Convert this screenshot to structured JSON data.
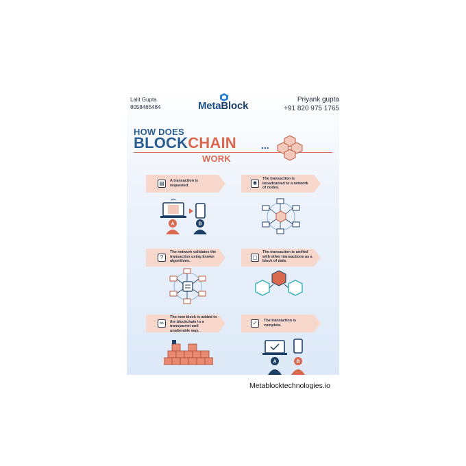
{
  "left_contact": {
    "name": "Lalit Gupta",
    "phone": "8058465484"
  },
  "right_contact": {
    "name": "Priyank gupta",
    "phone": "+91 820 975 1765"
  },
  "brand": {
    "part1": "Meta",
    "part2": "Block"
  },
  "heading": {
    "line1": "HOW DOES",
    "word_a": "BLOCK",
    "word_b": "CHAIN",
    "dots": "...",
    "line3": "WORK"
  },
  "steps": [
    {
      "text": "A transaction is requested.",
      "icon": "database-icon"
    },
    {
      "text": "The transaction is broadcasted to a network of nodes.",
      "icon": "network-icon"
    },
    {
      "text": "The network validates the transaction using known algorithms.",
      "icon": "question-icon"
    },
    {
      "text": "The transaction is unified with other transactions as a block of data.",
      "icon": "cube-icon"
    },
    {
      "text": "The new block is added to the blockchain in a transparent and unalterable way.",
      "icon": "chain-icon"
    },
    {
      "text": "The transaction is complete.",
      "icon": "checklist-icon"
    }
  ],
  "user_labels": {
    "a": "A",
    "b": "B"
  },
  "website": "Metablocktechnologies.io",
  "colors": {
    "blue": "#2a5d8f",
    "orange": "#d9694f",
    "navy": "#1d4e86",
    "banner": "#f8d8cd",
    "teal": "#3fb2bd"
  }
}
